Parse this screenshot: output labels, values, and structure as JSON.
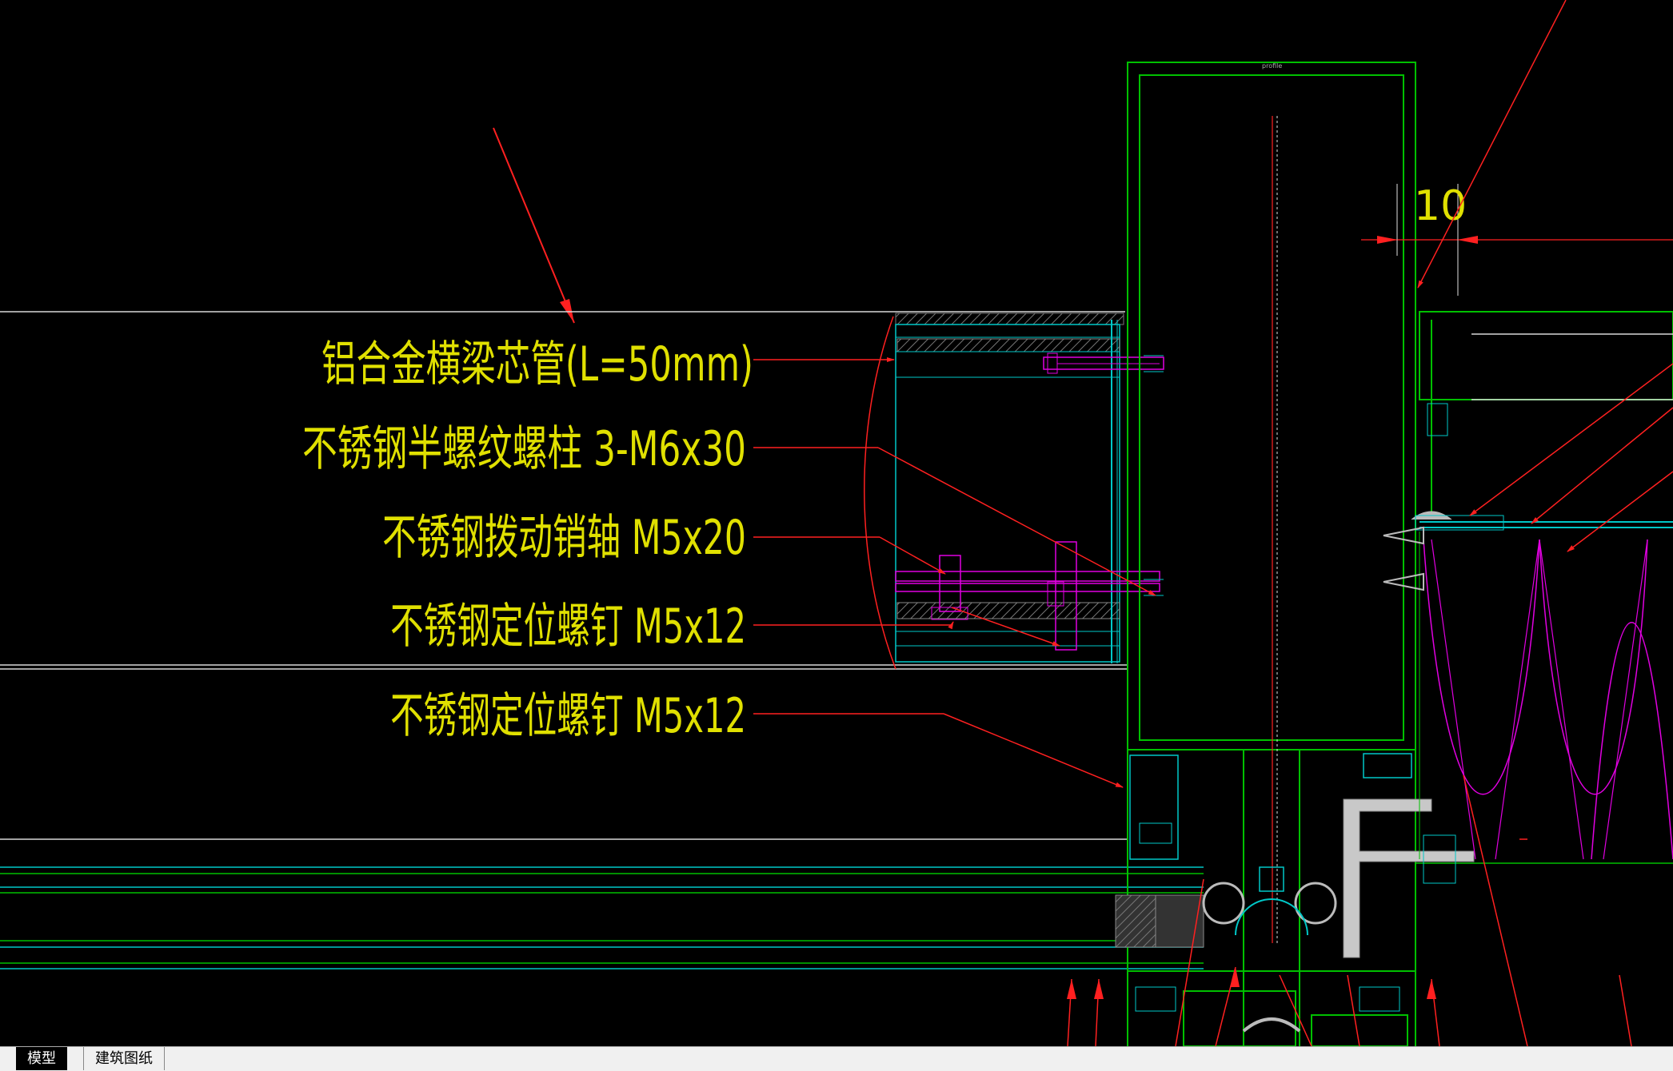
{
  "drawing": {
    "labels": [
      "铝合金横梁芯管(L=50mm)",
      "不锈钢半螺纹螺柱 3-M6x30",
      "不锈钢拨动销轴 M5x20",
      "不锈钢定位螺钉 M5x12",
      "不锈钢定位螺钉 M5x12"
    ],
    "dimension_value": "10",
    "colors": {
      "background": "#000000",
      "annotation": "#e0e000",
      "profile_green": "#00c000",
      "cyan": "#00c8c8",
      "leader_red": "#ff2020",
      "magenta": "#e000e0",
      "white_line": "#d8d8d8"
    }
  },
  "tabs": [
    {
      "label": "模型",
      "active": true
    },
    {
      "label": "建筑图纸",
      "active": false
    }
  ]
}
